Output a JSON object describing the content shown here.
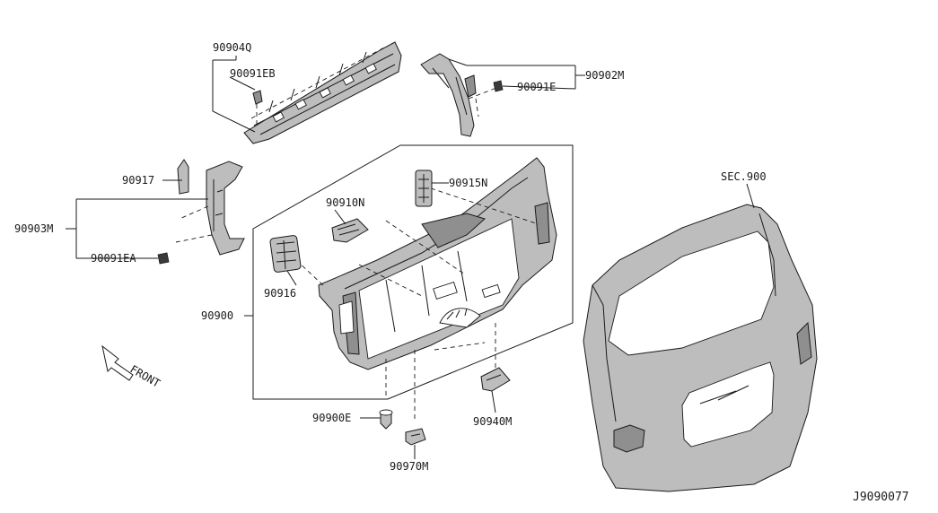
{
  "parts": {
    "p90904Q": "90904Q",
    "p90091EB": "90091EB",
    "p90902M": "90902M",
    "p90091E": "90091E",
    "p90917": "90917",
    "p90903M": "90903M",
    "p90091EA": "90091EA",
    "p90910N": "90910N",
    "p90915N": "90915N",
    "p90916": "90916",
    "p90900": "90900",
    "p90900E": "90900E",
    "p90970M": "90970M",
    "p90940M": "90940M"
  },
  "section_ref": "SEC.900",
  "front_label": "FRONT",
  "diagram_id": "J9090077"
}
